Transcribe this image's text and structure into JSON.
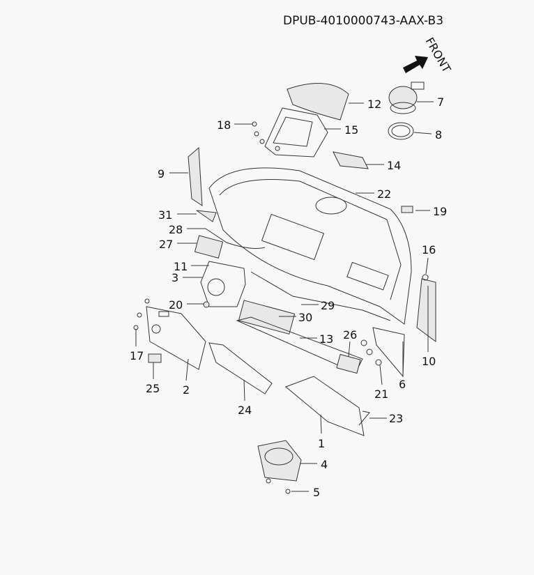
{
  "diagram_code": "DPUB-4010000743-AAX-B3",
  "orientation_label": "FRONT",
  "callouts": [
    "12",
    "7",
    "8",
    "18",
    "15",
    "14",
    "9",
    "22",
    "19",
    "31",
    "28",
    "27",
    "16",
    "11",
    "3",
    "20",
    "29",
    "30",
    "13",
    "26",
    "17",
    "6",
    "10",
    "25",
    "2",
    "21",
    "24",
    "23",
    "1",
    "4",
    "5"
  ]
}
